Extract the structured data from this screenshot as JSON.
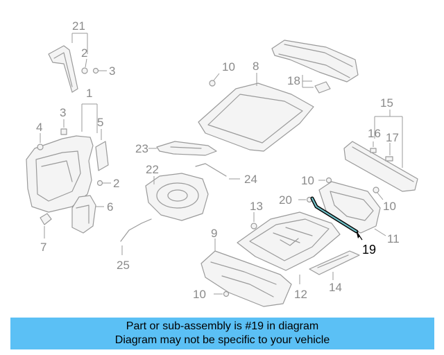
{
  "diagram": {
    "labels": {
      "l21": "21",
      "l2a": "2",
      "l3a": "3",
      "l1": "1",
      "l3b": "3",
      "l4": "4",
      "l5": "5",
      "l2b": "2",
      "l6": "6",
      "l7": "7",
      "l10a": "10",
      "l8": "8",
      "l18": "18",
      "l23": "23",
      "l22": "22",
      "l24": "24",
      "l25": "25",
      "l13": "13",
      "l20": "20",
      "l9": "9",
      "l10b": "10",
      "l12": "12",
      "l14": "14",
      "l15": "15",
      "l16": "16",
      "l17": "17",
      "l10c": "10",
      "l10d": "10",
      "l11": "11",
      "l19": "19"
    },
    "highlighted_part": "19",
    "highlight_color": "#6fc0c7"
  },
  "banner": {
    "line1": "Part or sub-assembly is #19 in diagram",
    "line2": "Diagram may not be specific to your vehicle",
    "color": "#5bc0f5"
  }
}
